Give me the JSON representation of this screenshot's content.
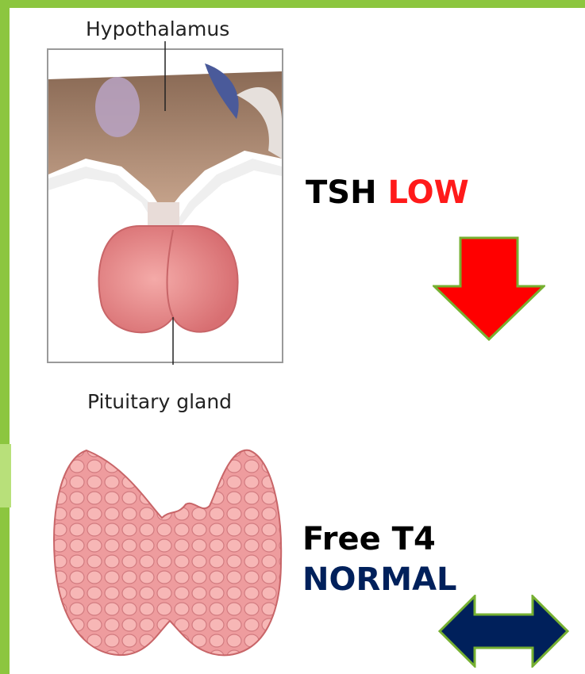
{
  "labels": {
    "hypothalamus": "Hypothalamus",
    "pituitary": "Pituitary gland"
  },
  "tsh": {
    "name": "TSH",
    "status": "LOW",
    "status_color": "#ff1a1a"
  },
  "free_t4": {
    "name": "Free T4",
    "status": "NORMAL",
    "status_color": "#00205b"
  },
  "colors": {
    "frame": "#8cc63f",
    "down_arrow": "#ff0000",
    "both_arrow": "#00205b",
    "arrow_border": "#76b031",
    "gland": "#e8898c"
  },
  "icons": {
    "down_arrow": "down-arrow-icon",
    "both_arrow": "double-headed-arrow-icon"
  }
}
